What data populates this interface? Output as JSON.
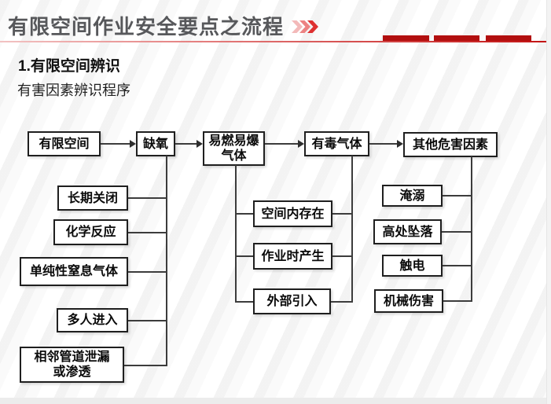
{
  "header": {
    "title": "有限空间作业安全要点之流程",
    "chevrons_icon": "triple-chevron-right",
    "colors": {
      "title_gray": "#57585b",
      "accent_red": "#c31212",
      "dash_red": "#b20f0f",
      "chevron_light": "#f3b9b9",
      "chevron_mid": "#ec8282",
      "chevron_dark": "#de3030"
    }
  },
  "section": {
    "heading": "1.有限空间辨识",
    "subheading": "有害因素辨识程序"
  },
  "flowchart": {
    "main_chain": [
      "有限空间",
      "缺氧",
      "易燃易爆\n气体",
      "有毒气体",
      "其他危害因素"
    ],
    "oxygen_causes": [
      "长期关闭",
      "化学反应",
      "单纯性窒息气体",
      "多人进入",
      "相邻管道泄漏\n或渗透"
    ],
    "gas_sources": [
      "空间内存在",
      "作业时产生",
      "外部引入"
    ],
    "other_hazards": [
      "淹溺",
      "高处坠落",
      "触电",
      "机械伤害"
    ],
    "line_color": "#3c3c3c",
    "box_border_color": "#1f1f1f"
  }
}
